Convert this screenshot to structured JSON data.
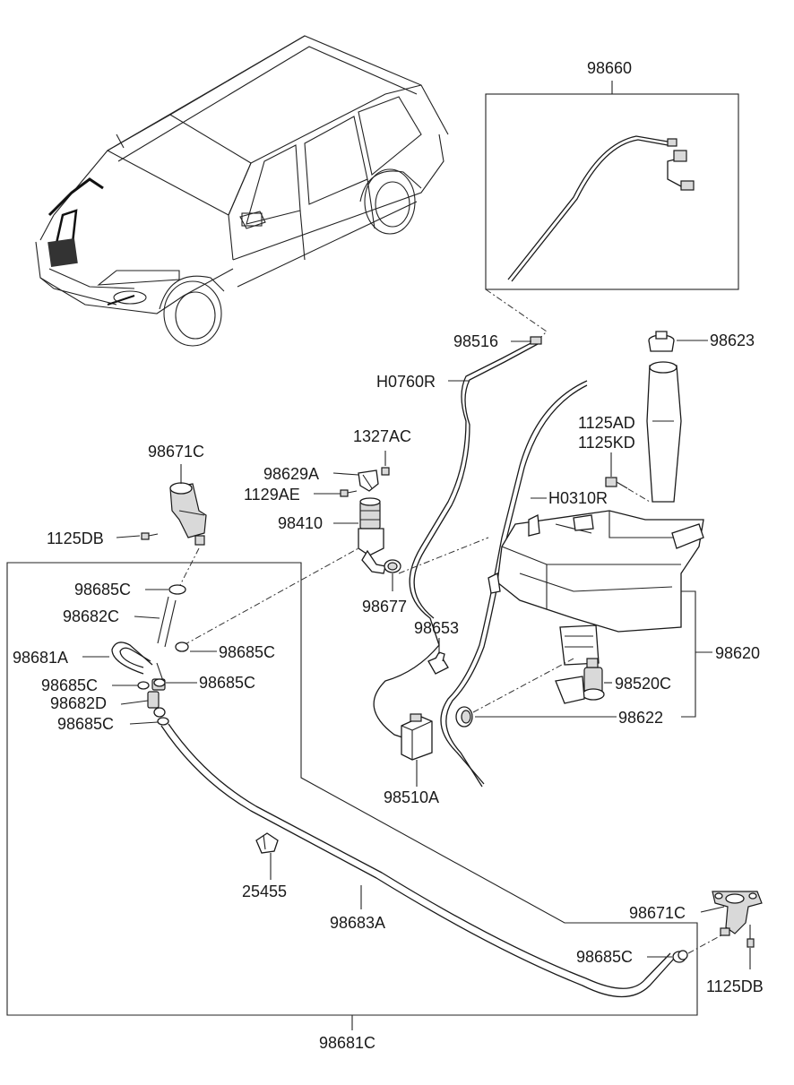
{
  "diagram": {
    "labels": {
      "p98660": "98660",
      "p98516": "98516",
      "pH0760R": "H0760R",
      "p98623": "98623",
      "p1327AC": "1327AC",
      "p1125AD": "1125AD",
      "p1125KD": "1125KD",
      "p98671C_top": "98671C",
      "p98629A": "98629A",
      "p1129AE": "1129AE",
      "pH0310R": "H0310R",
      "p98410": "98410",
      "p1125DB_left": "1125DB",
      "p98685C_1": "98685C",
      "p98682C": "98682C",
      "p98677": "98677",
      "p98653": "98653",
      "p98620": "98620",
      "p98685C_2": "98685C",
      "p98681A": "98681A",
      "p98685C_3": "98685C",
      "p98685C_4": "98685C",
      "p98520C": "98520C",
      "p98682D": "98682D",
      "p98685C_5": "98685C",
      "p98622": "98622",
      "p98510A": "98510A",
      "p25455": "25455",
      "p98683A": "98683A",
      "p98671C_bottom": "98671C",
      "p98685C_6": "98685C",
      "p1125DB_right": "1125DB",
      "p98681C": "98681C"
    }
  }
}
